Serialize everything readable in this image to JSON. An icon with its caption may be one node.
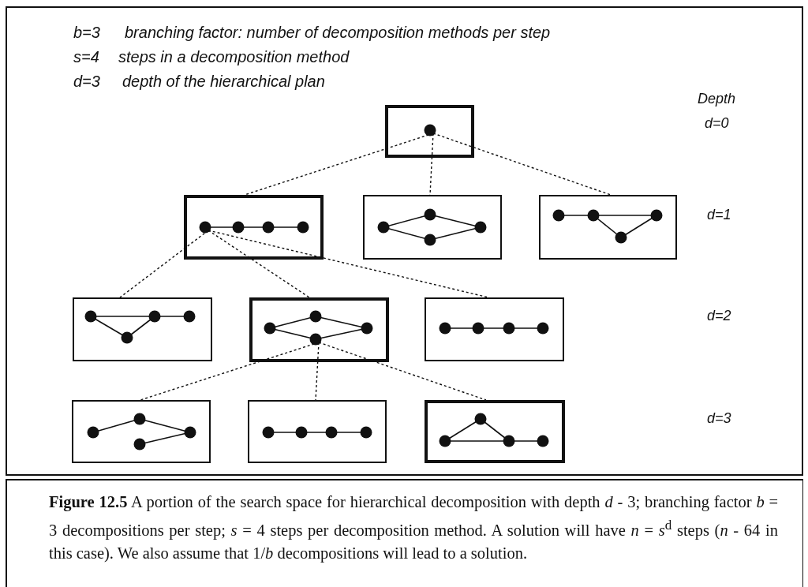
{
  "diagram": {
    "caption": "**Figure 12.5** A portion of the search space for hierarchical decomposition with depth *d* - 3; branching factor *b* = 3 decompositions per step; *s* = 4 steps per decomposition method. A solution will have *n* = *s*$^{d}$ steps (*n* - 64 in this case). We also assume that 1/*b* decompositions will lead to a solution.",
    "nodes": [
      {
        "text": [],
        "shape": "box"
      },
      {
        "text": [],
        "shape": "box"
      },
      {
        "text": [],
        "shape": "box"
      },
      {
        "text": [],
        "shape": "box"
      },
      {
        "text": [],
        "shape": "box"
      },
      {
        "text": [],
        "shape": "box"
      },
      {
        "text": [],
        "shape": "box"
      },
      {
        "text": [],
        "shape": "box"
      },
      {
        "text": [],
        "shape": "box"
      },
      {
        "text": [],
        "shape": "box"
      }
    ],
    "edges": [
      {
        "from": 0,
        "to": 1,
        "arrow": "none",
        "style": "dashed"
      },
      {
        "from": 0,
        "to": 2,
        "arrow": "none",
        "style": "dashed"
      },
      {
        "from": 0,
        "to": 3,
        "arrow": "none",
        "style": "dashed"
      },
      {
        "from": 1,
        "to": 4,
        "arrow": "none",
        "style": "dashed"
      },
      {
        "from": 1,
        "to": 5,
        "arrow": "none",
        "style": "dashed"
      },
      {
        "from": 1,
        "to": 6,
        "arrow": "none",
        "style": "dashed"
      },
      {
        "from": 5,
        "to": 7,
        "arrow": "none",
        "style": "dashed"
      },
      {
        "from": 5,
        "to": 8,
        "arrow": "none",
        "style": "dashed"
      },
      {
        "from": 5,
        "to": 9,
        "arrow": "none",
        "style": "dashed"
      }
    ],
    "labels": [
      "b=3",
      "branching factor: number of decomposition methods per step",
      "s=4",
      "steps in a decomposition method",
      "d=3",
      "depth of the hierarchical plan",
      "Depth",
      "d=0",
      "d=1",
      "d=2",
      "d=3"
    ]
  }
}
